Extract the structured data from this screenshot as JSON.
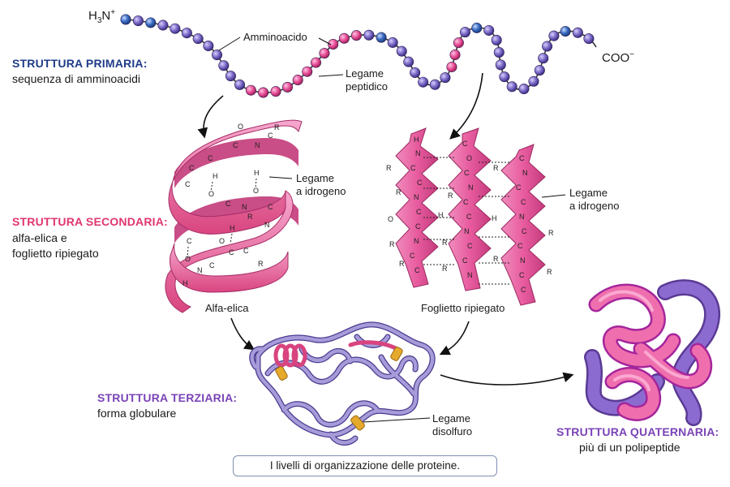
{
  "title_n": "H",
  "title_n_sub": "3",
  "title_n_sup": "N",
  "title_n_plus": "+",
  "cterm": "COO",
  "cterm_minus": "−",
  "labels": {
    "amminoacido": "Amminoacido",
    "legame_peptidico_1": "Legame",
    "legame_peptidico_2": "peptidico",
    "legame_idrogeno_left_1": "Legame",
    "legame_idrogeno_left_2": "a idrogeno",
    "legame_idrogeno_right_1": "Legame",
    "legame_idrogeno_right_2": "a idrogeno",
    "alfa_elica": "Alfa-elica",
    "foglietto": "Foglietto ripiegato",
    "legame_disolfuro_1": "Legame",
    "legame_disolfuro_2": "disolfuro"
  },
  "levels": {
    "primaria": {
      "heading": "STRUTTURA PRIMARIA:",
      "desc": "sequenza di amminoacidi"
    },
    "secondaria": {
      "heading": "STRUTTURA SECONDARIA:",
      "desc1": "alfa-elica e",
      "desc2": "foglietto ripiegato"
    },
    "terziaria": {
      "heading": "STRUTTURA TERZIARIA:",
      "desc": "forma globulare"
    },
    "quaternaria": {
      "heading": "STRUTTURA QUATERNARIA:",
      "desc": "più di un polipeptide"
    }
  },
  "caption": "I livelli di organizzazione delle proteine.",
  "colors": {
    "blue_heading": "#1f3c88",
    "pink_heading": "#e0356f",
    "purple_heading": "#7a43b6",
    "pink_bead": "#e8529a",
    "purple_bead": "#7e6cc8",
    "blue_bead": "#3b6cc4",
    "ribbon": "#ee7fb5",
    "coil": "#a79bd9",
    "disulfide": "#e5a92c"
  }
}
